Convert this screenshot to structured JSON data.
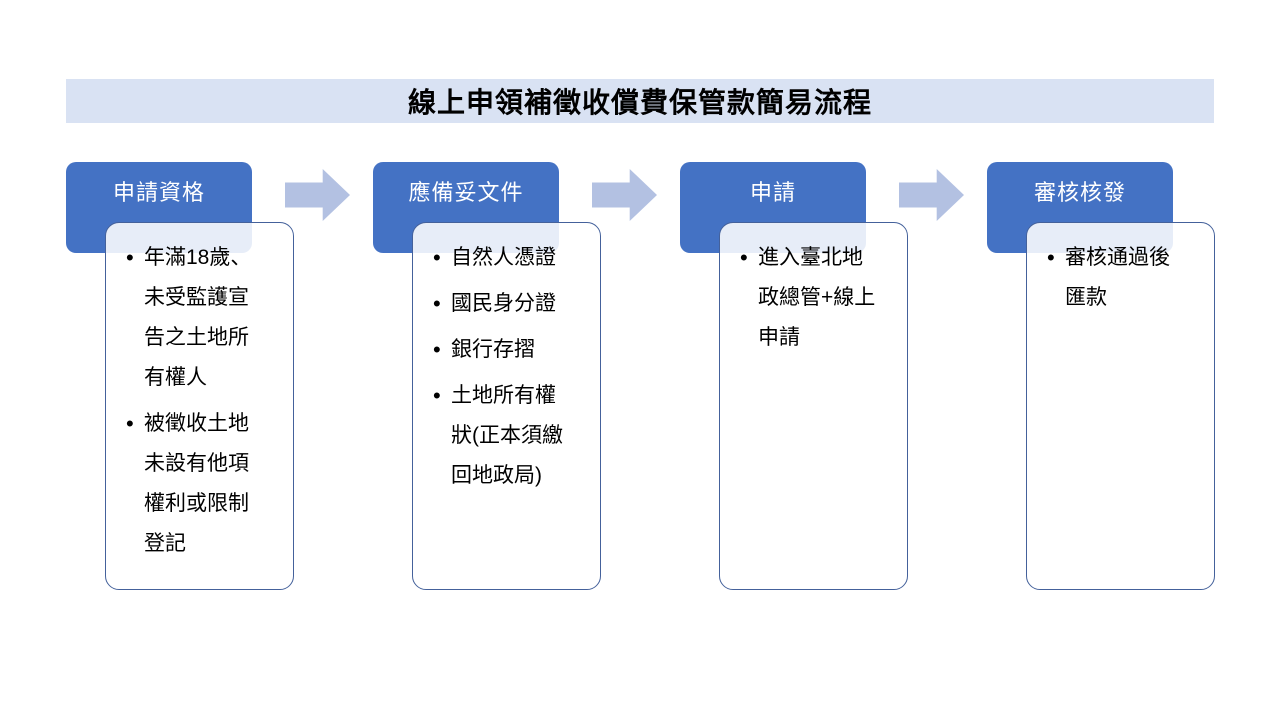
{
  "title": "線上申領補徵收償費保管款簡易流程",
  "colors": {
    "accent": "#4472c4",
    "arrow": "#b3c1e2",
    "title-bg": "#d9e2f3",
    "box-border": "#44619b",
    "text": "#000000",
    "header-text": "#ffffff"
  },
  "icons": {
    "flow_arrow": "block-arrow-right"
  },
  "steps": [
    {
      "label": "申請資格",
      "bullets": [
        "年滿18歲、未受監護宣告之土地所有權人",
        "被徵收土地未設有他項權利或限制登記"
      ]
    },
    {
      "label": "應備妥文件",
      "bullets": [
        "自然人憑證",
        "國民身分證",
        "銀行存摺",
        "土地所有權狀(正本須繳回地政局)"
      ]
    },
    {
      "label": "申請",
      "bullets": [
        "進入臺北地政總管+線上申請"
      ]
    },
    {
      "label": "審核核發",
      "bullets": [
        "審核通過後匯款"
      ]
    }
  ]
}
